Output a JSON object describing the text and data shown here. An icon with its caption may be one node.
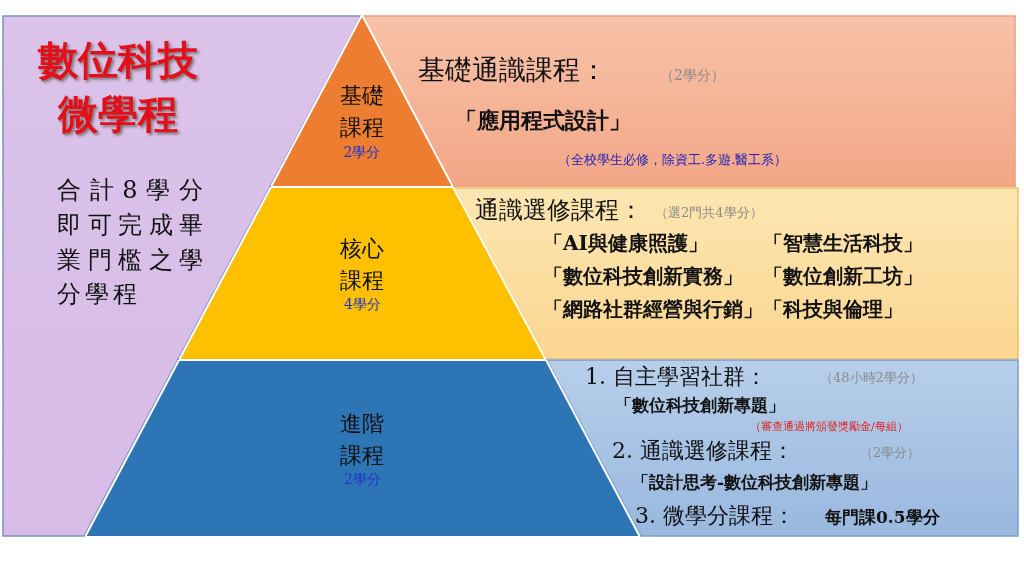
{
  "diagram": {
    "nodes": [
      {
        "text": [
          "數位科技微學程",
          "合計8學分即可完成畢業門檻之學分學程"
        ]
      },
      {
        "text": [
          "基礎課程",
          "2學分"
        ]
      },
      {
        "text": [
          "核心課程",
          "4學分"
        ]
      },
      {
        "text": [
          "進階課程",
          "2學分"
        ]
      },
      {
        "text": [
          "基礎通識課程：",
          "（2學分）",
          "「應用程式設計」",
          "（全校學生必修，除資工.多遊.醫工系）"
        ]
      },
      {
        "text": [
          "通識選修課程：",
          "（選2門共4學分）",
          "「AI與健康照護」",
          "「智慧生活科技」",
          "「數位科技創新實務」",
          "「數位創新工坊」",
          "「網路社群經營與行銷」",
          "「科技與倫理」"
        ]
      },
      {
        "text": [
          "1. 自主學習社群：",
          "（48小時2學分）",
          "「數位科技創新專題」",
          "（審查通過將頒發獎勵金/每組）",
          "2. 通識選修課程：",
          "（2學分）",
          "「設計思考-數位科技創新專題」",
          "3. 微學分課程：",
          "每門課0.5學分"
        ]
      }
    ]
  }
}
